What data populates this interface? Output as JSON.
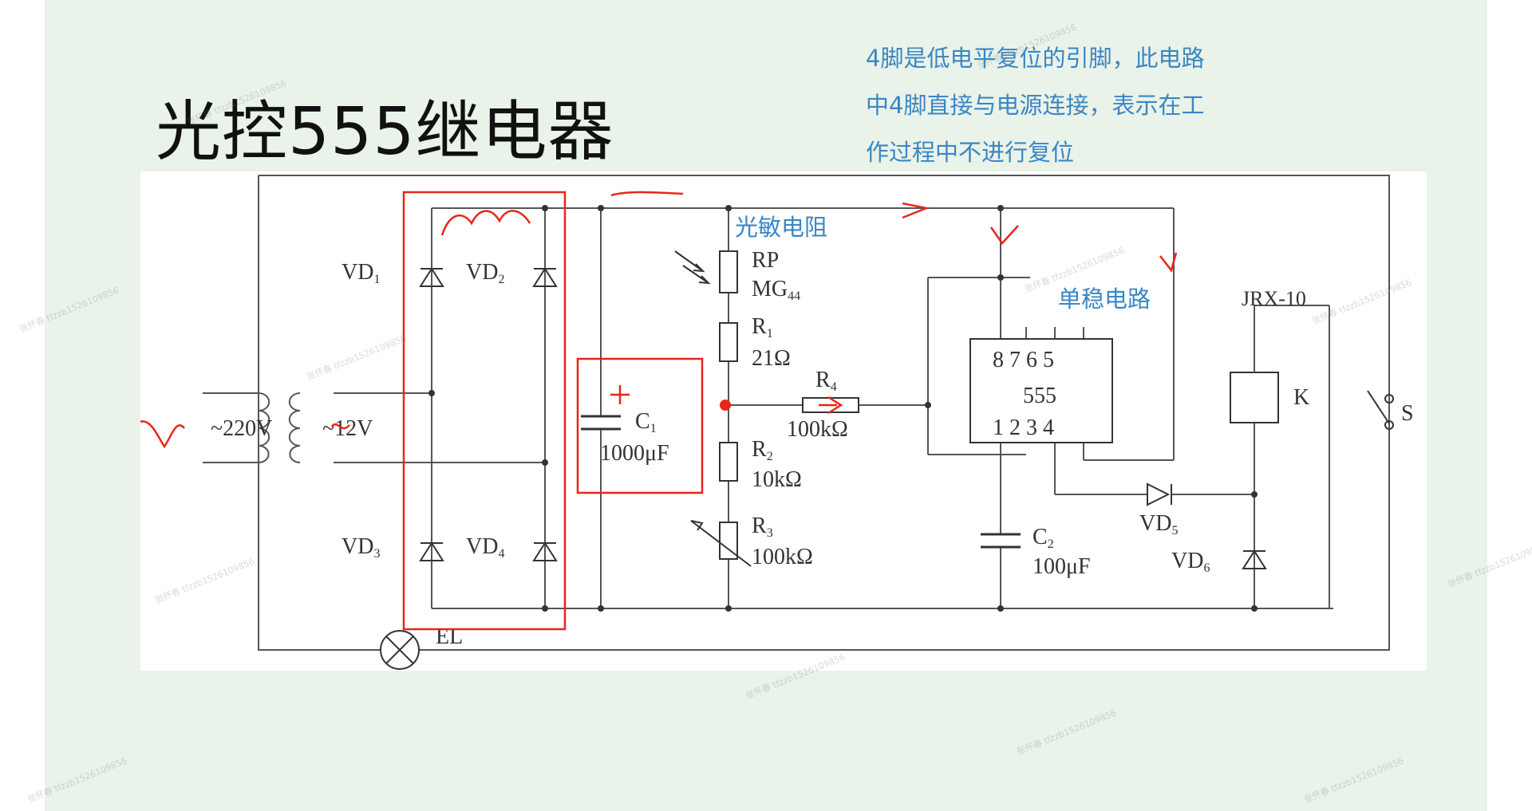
{
  "slide": {
    "title": "光控555继电器",
    "note_lines": [
      "4脚是低电平复位的引脚，此电路",
      "中4脚直接与电源连接，表示在工",
      "作过程中不进行复位"
    ]
  },
  "circuit": {
    "input_voltage": "~220V",
    "output_voltage": "~12V",
    "diodes": {
      "vd1": "VD",
      "vd1_sub": "1",
      "vd2": "VD",
      "vd2_sub": "2",
      "vd3": "VD",
      "vd3_sub": "3",
      "vd4": "VD",
      "vd4_sub": "4",
      "vd5": "VD",
      "vd5_sub": "5",
      "vd6": "VD",
      "vd6_sub": "6"
    },
    "rp": {
      "name": "RP",
      "model": "MG",
      "model_sub": "44"
    },
    "r1": {
      "name": "R",
      "sub": "1",
      "value": "21Ω"
    },
    "r2": {
      "name": "R",
      "sub": "2",
      "value": "10kΩ"
    },
    "r3": {
      "name": "R",
      "sub": "3",
      "value": "100kΩ"
    },
    "r4": {
      "name": "R",
      "sub": "4",
      "value": "100kΩ"
    },
    "c1": {
      "name": "C",
      "sub": "1",
      "value": "1000μF"
    },
    "c2": {
      "name": "C",
      "sub": "2",
      "value": "100μF"
    },
    "ic": {
      "name": "555",
      "pins_top": "8 7 6 5",
      "pins_bottom": "1 2 3 4"
    },
    "relay": {
      "model": "JRX-10",
      "coil": "K"
    },
    "switch_label": "S",
    "lamp_label": "EL"
  },
  "annotations": {
    "photoresistor": "光敏电阻",
    "monostable": "单稳电路",
    "plus_mark": "+"
  },
  "colors": {
    "slide_bg": "#e9f3e9",
    "note_text": "#3b86c4",
    "annotation_red": "#e8251c",
    "circuit_line": "#555555"
  },
  "watermark": "张怀春 tfzzb1526109856"
}
